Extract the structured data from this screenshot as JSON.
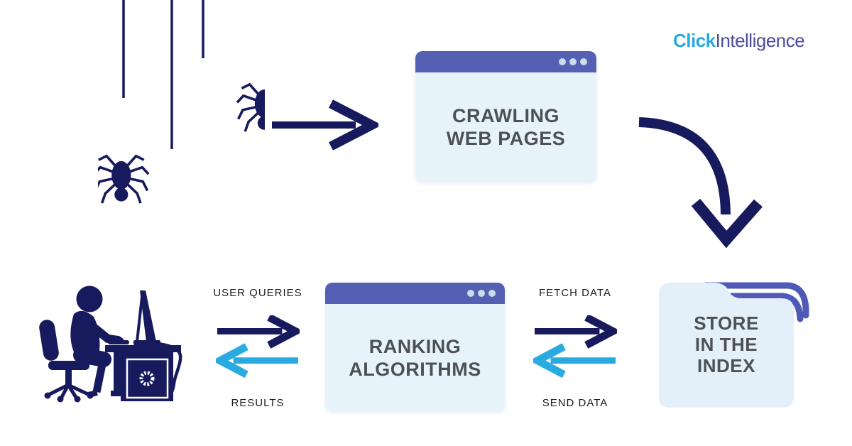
{
  "brand": {
    "logo_click": "Click",
    "logo_intelligence": "Intelligence"
  },
  "windows": {
    "crawling": {
      "line1": "CRAWLING",
      "line2": "WEB PAGES"
    },
    "ranking": {
      "line1": "RANKING",
      "line2": "ALGORITHMS"
    }
  },
  "folder": {
    "line1": "STORE",
    "line2": "IN THE",
    "line3": "INDEX"
  },
  "flow_labels": {
    "user_queries": "USER QUERIES",
    "results": "RESULTS",
    "fetch_data": "FETCH DATA",
    "send_data": "SEND DATA"
  },
  "icons": {
    "spiders": "web-crawler-spiders-icon",
    "person": "user-at-computer-icon",
    "folder": "index-folder-icon",
    "window_controls": "window-control-dots",
    "straight_arrow": "arrow-right-icon",
    "curved_arrow": "curved-arrow-down-icon",
    "bidirectional_arrows": "bidirectional-arrows-icon"
  },
  "colors": {
    "navy": "#171b5e",
    "cyan": "#29abe2",
    "window_header": "#5560b5",
    "window_body": "#e7f3fb",
    "folder_body": "#e3f0f9",
    "folder_accent": "#4f5ab8",
    "title_text": "#4e5154",
    "label_text": "#1d1d1d",
    "logo_blue": "#29a9e1",
    "logo_purple": "#4c4b9e",
    "dot": "#c6dfeb"
  }
}
